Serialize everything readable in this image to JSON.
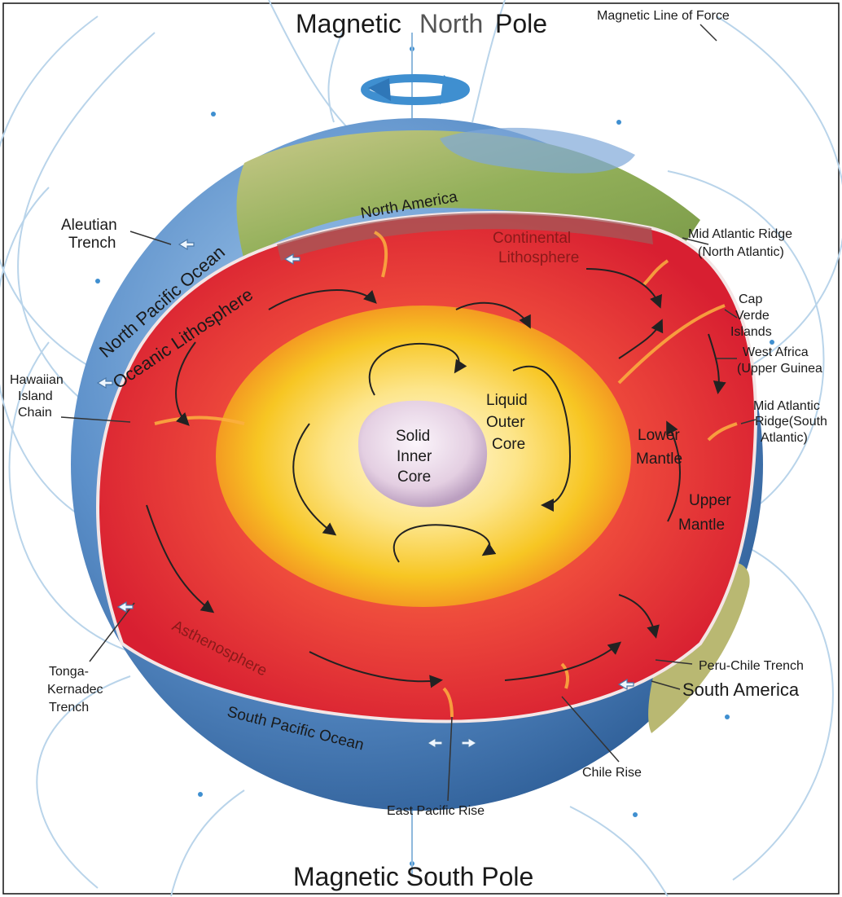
{
  "diagram": {
    "pole_top": {
      "word1": "Magnetic",
      "word2": "North",
      "word3": "Pole"
    },
    "pole_bottom": "Magnetic South Pole",
    "line_of_force": "Magnetic Line of Force",
    "aleutian": [
      "Aleutian",
      "Trench"
    ],
    "north_pacific": "North Pacific Ocean",
    "oceanic_lith": "Oceanic Lithosphere",
    "north_america": "North America",
    "continental": [
      "Continental",
      "Lithosphere"
    ],
    "mar_north": [
      "Mid Atlantic Ridge",
      "(North Atlantic)"
    ],
    "cap_verde": [
      "Cap",
      "Verde",
      "Islands"
    ],
    "west_africa": [
      "West Africa",
      "(Upper Guinea"
    ],
    "mar_south": [
      "Mid Atlantic",
      "Ridge(South",
      "Atlantic)"
    ],
    "hawaiian": [
      "Hawaiian",
      "Island",
      "Chain"
    ],
    "inner_core": [
      "Solid",
      "Inner",
      "Core"
    ],
    "outer_core": [
      "Liquid",
      "Outer",
      "Core"
    ],
    "lower_mantle": [
      "Lower",
      "Mantle"
    ],
    "upper_mantle": [
      "Upper",
      "Mantle"
    ],
    "asthenosphere": "Asthenosphere",
    "tonga": [
      "Tonga-",
      "Kernadec",
      "Trench"
    ],
    "south_pacific": "South Pacific Ocean",
    "peru_chile": "Peru-Chile Trench",
    "south_america": "South America",
    "chile_rise": "Chile Rise",
    "east_pacific": "East Pacific Rise"
  },
  "colors": {
    "ocean": "#5b8fc9",
    "mantle": "#e8323a",
    "outer_core": "#f6c21c",
    "inner_core": "#e6d2e3",
    "rotation_arrow": "#3f8fd0"
  }
}
